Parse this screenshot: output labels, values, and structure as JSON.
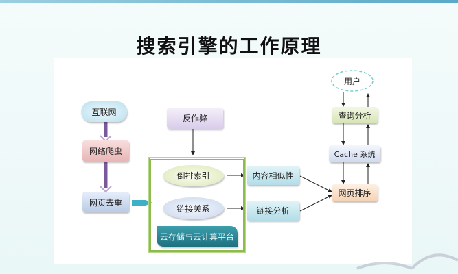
{
  "title": "搜索引擎的工作原理",
  "nodes": {
    "internet": "互联网",
    "crawler": "网络爬虫",
    "dedup": "网页去重",
    "anti_spam": "反作弊",
    "inverted_index": "倒排索引",
    "link_relation": "链接关系",
    "cloud_platform": "云存储与云计算平台",
    "content_similarity": "内容相似性",
    "link_analysis": "链接分析",
    "user": "用户",
    "query_analysis": "查询分析",
    "cache": "Cache 系统",
    "page_ranking": "网页排序"
  },
  "colors": {
    "frame": "#8cbc4c",
    "platform": "#2a8a99"
  }
}
